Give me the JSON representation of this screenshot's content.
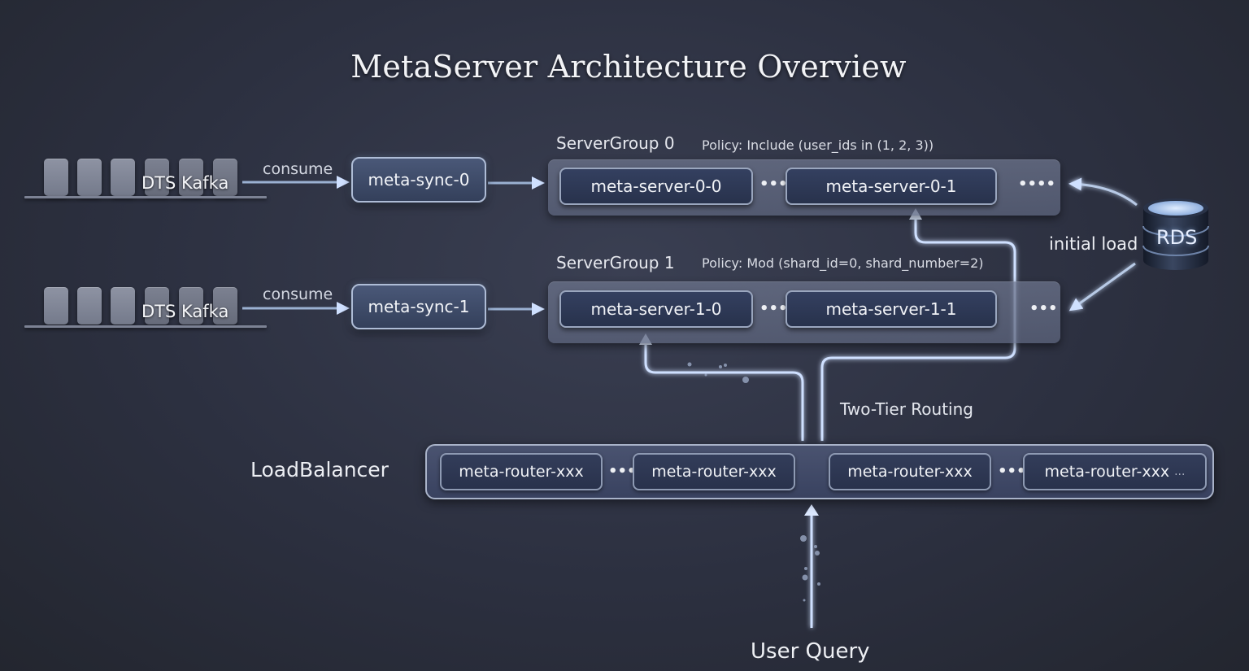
{
  "title": "MetaServer Architecture Overview",
  "sources": [
    {
      "label": "DTS Kafka",
      "edge_label": "consume",
      "sync": "meta-sync-0"
    },
    {
      "label": "DTS Kafka",
      "edge_label": "consume",
      "sync": "meta-sync-1"
    }
  ],
  "groups": [
    {
      "label": "ServerGroup 0",
      "policy": "Policy: Include (user_ids in (1, 2, 3))",
      "servers": [
        "meta-server-0-0",
        "meta-server-0-1"
      ],
      "separator": "•••",
      "trailing": "••••"
    },
    {
      "label": "ServerGroup 1",
      "policy": "Policy: Mod (shard_id=0, shard_number=2)",
      "servers": [
        "meta-server-1-0",
        "meta-server-1-1"
      ],
      "separator": "•••",
      "trailing": "•••"
    }
  ],
  "rds": {
    "label": "RDS",
    "edge_label": "initial load"
  },
  "load_balancer": {
    "label": "LoadBalancer",
    "routers": [
      "meta-router-xxx",
      "meta-router-xxx",
      "meta-router-xxx",
      "meta-router-xxx"
    ],
    "separator": "•••",
    "last_more": "..."
  },
  "routing_label": "Two-Tier Routing",
  "query_label": "User Query",
  "colors": {
    "background": "#2c3040",
    "arrow": "#a9c4ec",
    "glow": "#cfe0ff"
  }
}
